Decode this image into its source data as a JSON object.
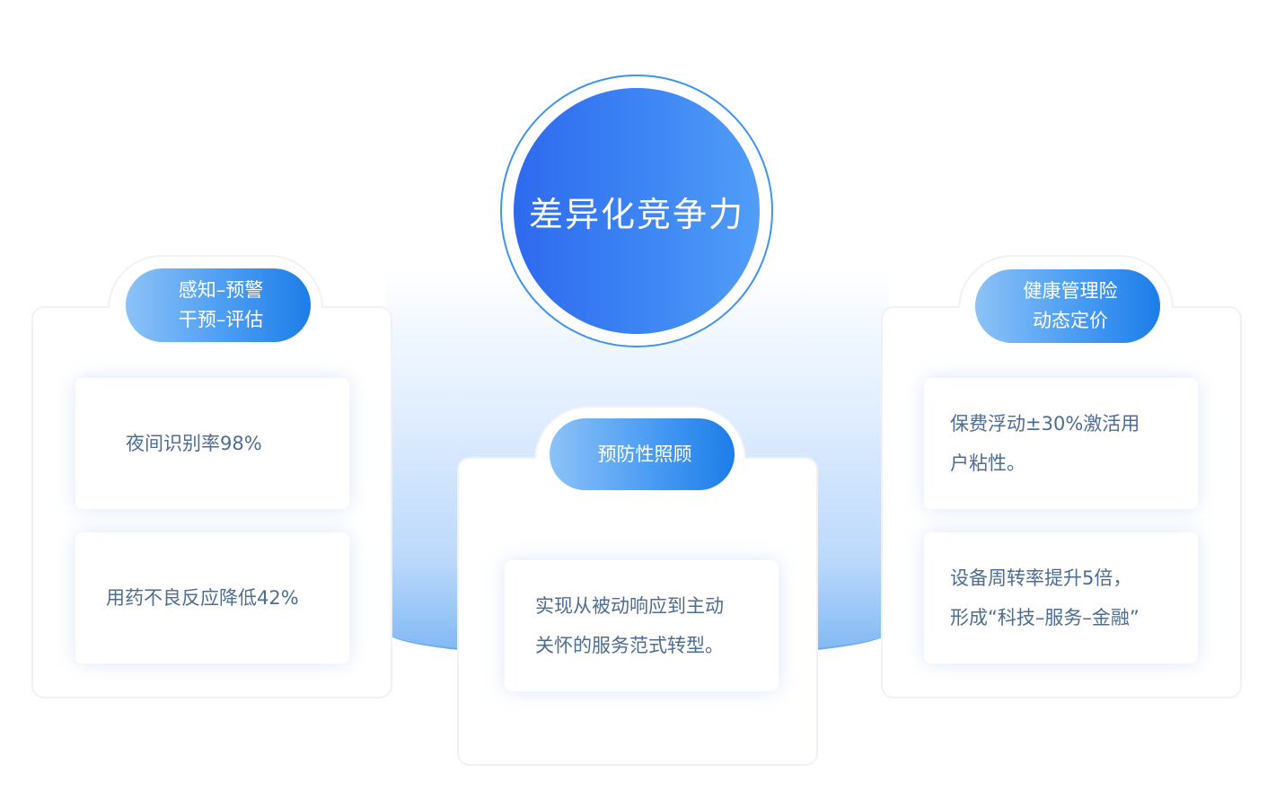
{
  "center": {
    "label": "差异化竞争力"
  },
  "left": {
    "pill": {
      "line1": "感知–预警",
      "line2": "干预–评估"
    },
    "items": [
      "夜间识别率98%",
      "用药不良反应降低42%"
    ]
  },
  "middle": {
    "pill": {
      "line1": "预防性照顾"
    },
    "items": [
      {
        "line1": "实现从被动响应到主动",
        "line2": "关怀的服务范式转型。"
      }
    ]
  },
  "right": {
    "pill": {
      "line1": "健康管理险",
      "line2": "动态定价"
    },
    "items": [
      {
        "line1": "保费浮动±30%激活用",
        "line2": "户粘性。"
      },
      {
        "line1": "设备周转率提升5倍，",
        "line2": "形成“科技–服务–金融”"
      }
    ]
  },
  "colors": {
    "accent_blue": "#2e69ee",
    "pill_gradient_start": "#8cc2f7",
    "pill_gradient_end": "#1c7de8",
    "body_text": "#4d6d92",
    "card_border": "#eef1f6"
  }
}
